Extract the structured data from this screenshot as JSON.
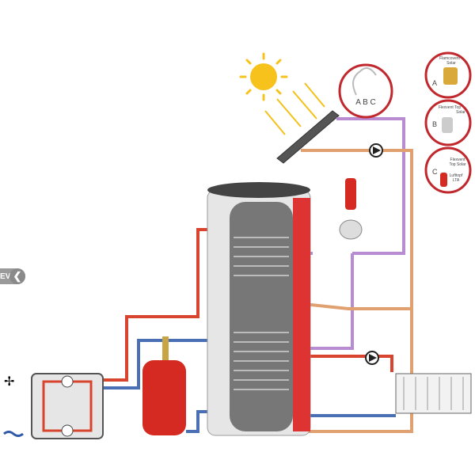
{
  "nav": {
    "prev_label": "EV",
    "prev_icon": "chevron-left-icon"
  },
  "cloud_circle": {
    "label": "A B C"
  },
  "details": [
    {
      "letter": "A",
      "text": [
        "Flamcovent",
        "Solar"
      ]
    },
    {
      "letter": "B",
      "text": [
        "Flexvent Top",
        "Solar"
      ]
    },
    {
      "letter": "C",
      "text": [
        "Flexvent",
        "Top Solar",
        "Lufttopf",
        "LTA"
      ]
    }
  ],
  "colors": {
    "hot": "#d8442e",
    "cold": "#4a6fb5",
    "solar": "#b98bd0",
    "return": "#e0a070",
    "vessel": "#d42a22",
    "sun": "#f7c21b"
  }
}
